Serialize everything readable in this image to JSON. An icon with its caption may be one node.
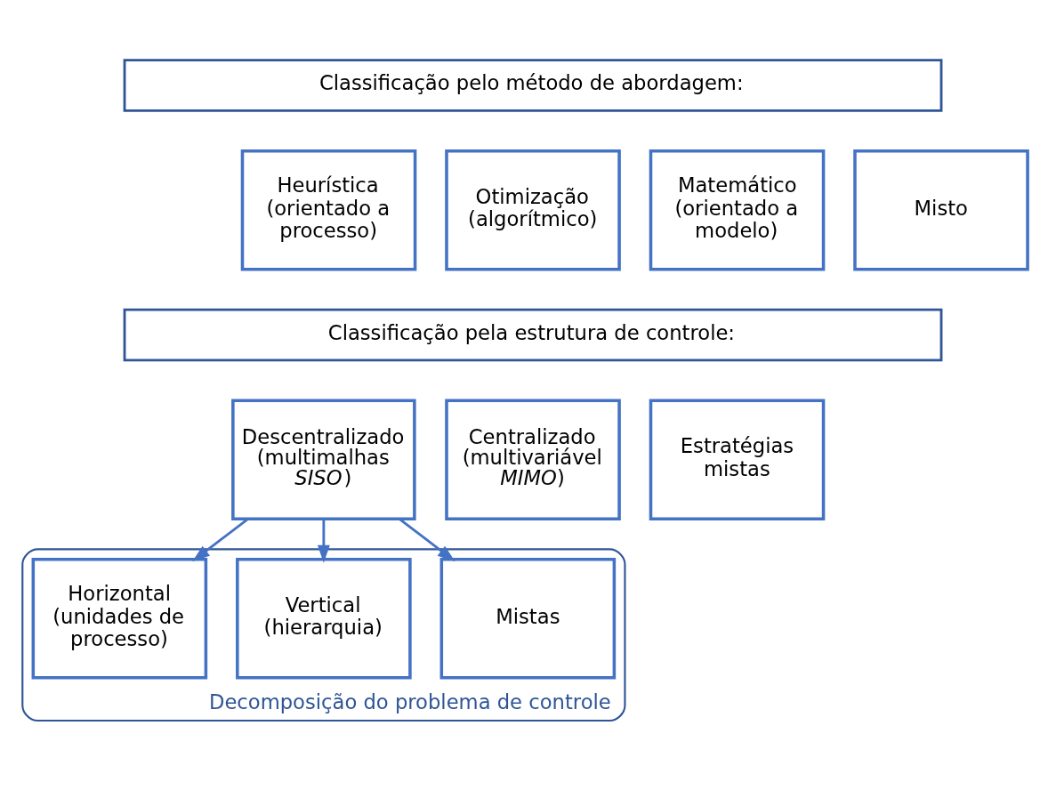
{
  "diagram": {
    "nodes": [
      {
        "text": [
          "Classificação pelo método de abordagem:"
        ]
      },
      {
        "text": [
          "Heurística (orientado a processo)"
        ]
      },
      {
        "text": [
          "Otimização (algorítmico)"
        ]
      },
      {
        "text": [
          "Matemático (orientado a modelo)"
        ]
      },
      {
        "text": [
          "Misto"
        ]
      },
      {
        "text": [
          "Classificação pela estrutura de controle:"
        ]
      },
      {
        "text": [
          "Descentralizado (multimalhas *SISO*)"
        ]
      },
      {
        "text": [
          "Centralizado (multivariável *MIMO*)"
        ]
      },
      {
        "text": [
          "Estratégias mistas"
        ]
      },
      {
        "text": [
          "Decomposição do problema de controle"
        ]
      },
      {
        "text": [
          "Horizontal (unidades de processo)"
        ],
        "in": 9
      },
      {
        "text": [
          "Vertical (hierarquia)"
        ],
        "in": 9
      },
      {
        "text": [
          "Mistas"
        ],
        "in": 9
      }
    ],
    "edges": [
      {
        "from": 6,
        "to": 10,
        "arrow": "to"
      },
      {
        "from": 6,
        "to": 11,
        "arrow": "to"
      },
      {
        "from": 6,
        "to": 12,
        "arrow": "to"
      }
    ]
  }
}
